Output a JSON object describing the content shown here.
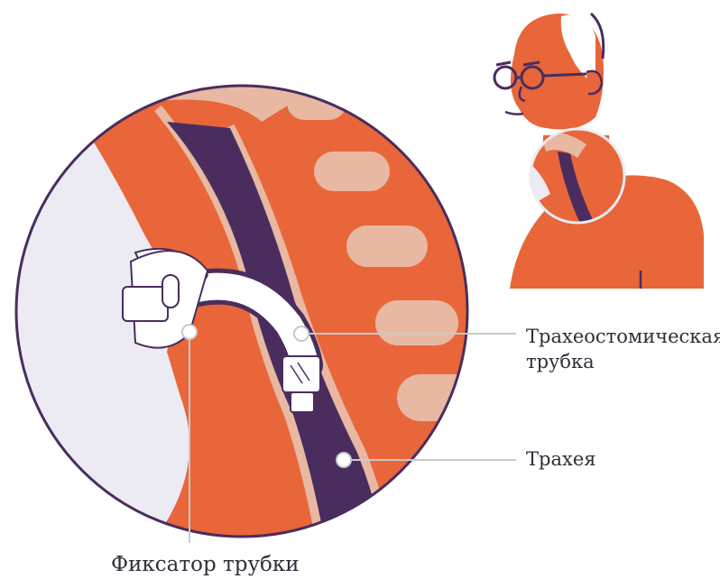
{
  "labels": {
    "tube_line1": "Трахеостомическая",
    "tube_line2": "трубка",
    "trachea": "Трахея",
    "holder": "Фиксатор трубки"
  },
  "colors": {
    "orange": "#e8663a",
    "purple": "#4a2d5e",
    "light_pink": "#e8b8a3",
    "pale": "#ecebf3",
    "pointer_line": "#c9c9c9",
    "text": "#2f2f3a"
  },
  "icons": {
    "magnified_view": "circular-magnified-cross-section",
    "patient": "elderly-man-with-glasses-illustration"
  }
}
